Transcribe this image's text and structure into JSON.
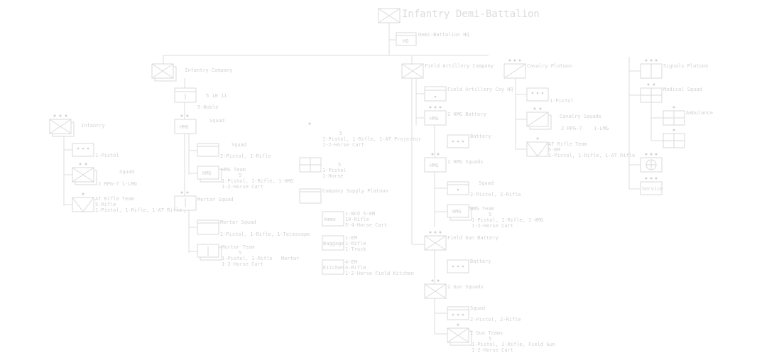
{
  "title": "Infantry Demi-Battalion",
  "units": {
    "demi_hq": "Demi-Battalion HQ",
    "inf_company": "Infantry Company",
    "inf_company_sub": "5 10 11",
    "inf_company_sub2": "5-Noble",
    "squad": "Squad",
    "squad_detail": "2-Pistol, 1-Rifle",
    "hmg_team": "HMG Team",
    "hmg_team_detail1": "5",
    "hmg_team_detail2": "1-Pistol, 1-Rifle, 1-HMG",
    "hmg_team_detail3": "1-2-Horse Cart",
    "mortar_squad": "Mortar Squad",
    "mortar_squad_sub": "Mortar Squad",
    "mortar_squad_detail": "2-Pistol, 1-Rifle, 1-Telescope",
    "mortar_team": "Mortar Team",
    "mortar_team_detail1": "5",
    "mortar_team_detail2": "1-Pistol, 1-Rifle",
    "mortar_team_detail3": "1-2-Horse Cart",
    "mortar_word": "Mortar",
    "infantry_left": "Infantry",
    "left_pistol": "1-Pistol",
    "left_squad": "Squad",
    "left_squad_detail": "2 RPG-7 1-LMG",
    "left_at": "AT Rifle Team",
    "left_at_detail1": "5-Rifle",
    "left_at_detail2": "1-Pistol, 1-Rifle, 1-AT Rifle",
    "mid_cart": "1-Pistol, 1-Rifle, 1-AT Projector",
    "mid_cart2": "1-2-Horse Cart",
    "mid_horse": "1-Pistol",
    "mid_horse2": "1-Horse",
    "supply_platoon": "Company Supply Platoon",
    "ammo": "Ammo",
    "ammo_detail1": "1-NCO 5-EM",
    "ammo_detail2": "10-Rifle",
    "ammo_detail3": "5-4-Horse Cart",
    "baggage": "Baggage",
    "baggage_detail1": "1-EM",
    "baggage_detail2": "1-Rifle",
    "baggage_detail3": "1-Truck",
    "kitchen": "Kitchen",
    "kitchen_detail1": "4-EM",
    "kitchen_detail2": "4-Rifle",
    "kitchen_detail3": "1-2-Horse Field Kitchen",
    "field_art_company": "Field Artillery Company",
    "field_art_hq": "Field Artillery Coy HQ",
    "hmg_battery": "2 HMG Battery",
    "battery": "Battery",
    "hmg_squads": "2 HMG Squads",
    "hmg_squad_sub": "Squad",
    "hmg_squad_detail": "2-Pistol, 2-Rifle",
    "hmg_team2": "HMG Team",
    "hmg_team2_d1": "5",
    "hmg_team2_d2": "1-Pistol, 1-Rifle, 1-HMG",
    "hmg_team2_d3": "1-2-Horse Cart",
    "field_gun_battery": "Field Gun Battery",
    "battery2": "Battery",
    "gun_squads": "2 Gun Squads",
    "gun_squad_sub": "Squad",
    "gun_squad_detail": "2-Pistol, 2-Rifle",
    "gun_teams": "2 Gun Teams",
    "gun_teams_d1": "5",
    "gun_teams_d2": "1-Pistol, 1-Rifle, Field Gun",
    "gun_teams_d3": "1-2-Horse Cart",
    "cavalry_platoon": "Cavalry Platoon",
    "cav_pistol": "1-Pistol",
    "cav_squads": "Cavalry Squads",
    "cav_squads_d1": "2 RPG-7",
    "cav_squads_d2": "1-LMG",
    "cav_at": "AT Rifle Team",
    "cav_at_d1": "5-EM",
    "cav_at_d2": "1-Pistol, 1-Rifle, 1-AT Rifle",
    "signals_platoon": "Signals Platoon",
    "medical_squad": "Medical Squad",
    "ambulance": "Ambulance",
    "service": "Service"
  }
}
